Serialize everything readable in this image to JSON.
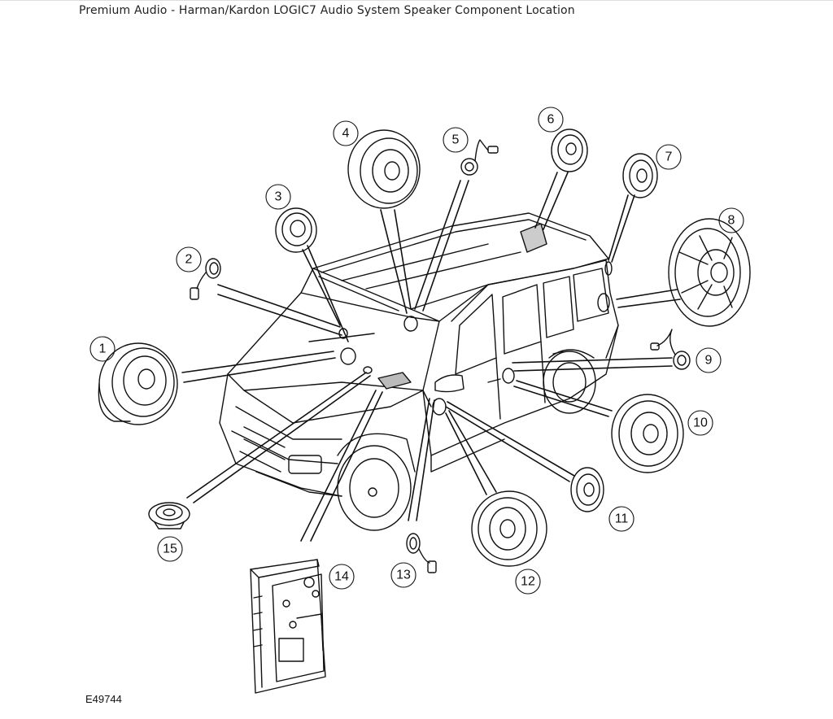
{
  "title": "Premium Audio - Harman/Kardon LOGIC7 Audio System Speaker Component Location",
  "figure_code": "E49744",
  "callouts": [
    "1",
    "2",
    "3",
    "4",
    "5",
    "6",
    "7",
    "8",
    "9",
    "10",
    "11",
    "12",
    "13",
    "14",
    "15"
  ]
}
